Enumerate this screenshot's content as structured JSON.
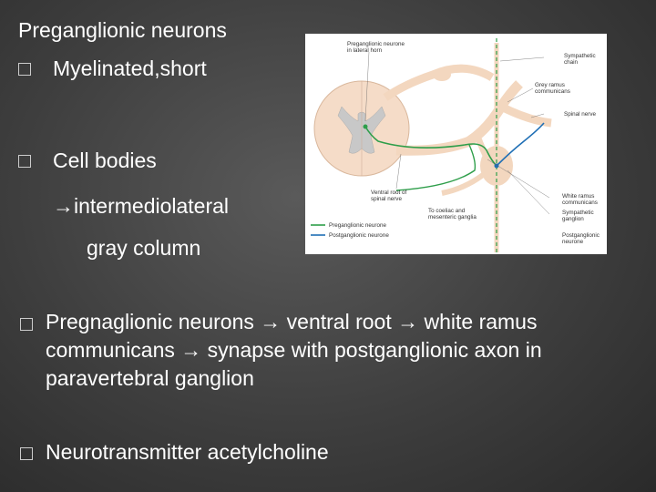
{
  "slide": {
    "title": "Preganglionic neurons",
    "line1": "Myelinated,short",
    "line2": "Cell bodies",
    "line3": "intermediolateral",
    "line4": "gray column",
    "para1_line1": "Pregnaglionic neurons → ventral root → white ramus",
    "para1_line2": "communicans → synapse with postganglionic axon in",
    "para1_line3": "paravertebral ganglion",
    "para2": "Neurotransmitter acetylcholine",
    "arrow": "→"
  },
  "figure": {
    "labels": {
      "pre_neurone_1": "Preganglionic neurone",
      "pre_neurone_2": "in lateral horn",
      "symp_chain_1": "Sympathetic",
      "symp_chain_2": "chain",
      "grey_ramus_1": "Grey ramus",
      "grey_ramus_2": "communicans",
      "spinal_nerve": "Spinal nerve",
      "ventral_root_1": "Ventral root of",
      "ventral_root_2": "spinal nerve",
      "coeliac_1": "To coeliac and",
      "coeliac_2": "mesenteric ganglia",
      "white_ramus_1": "White ramus",
      "white_ramus_2": "communicans",
      "symp_ganglion_1": "Sympathetic",
      "symp_ganglion_2": "ganglion",
      "postgang_1": "Postganglionic",
      "postgang_2": "neurone",
      "legend_pre": "Preganglionic neurone",
      "legend_post": "Postganglionic neurone"
    },
    "colors": {
      "preganglionic": "#2e9e4a",
      "postganglionic": "#1f6fb5",
      "cord": "#f5dcc8",
      "nerve": "#f3d7bf"
    }
  }
}
